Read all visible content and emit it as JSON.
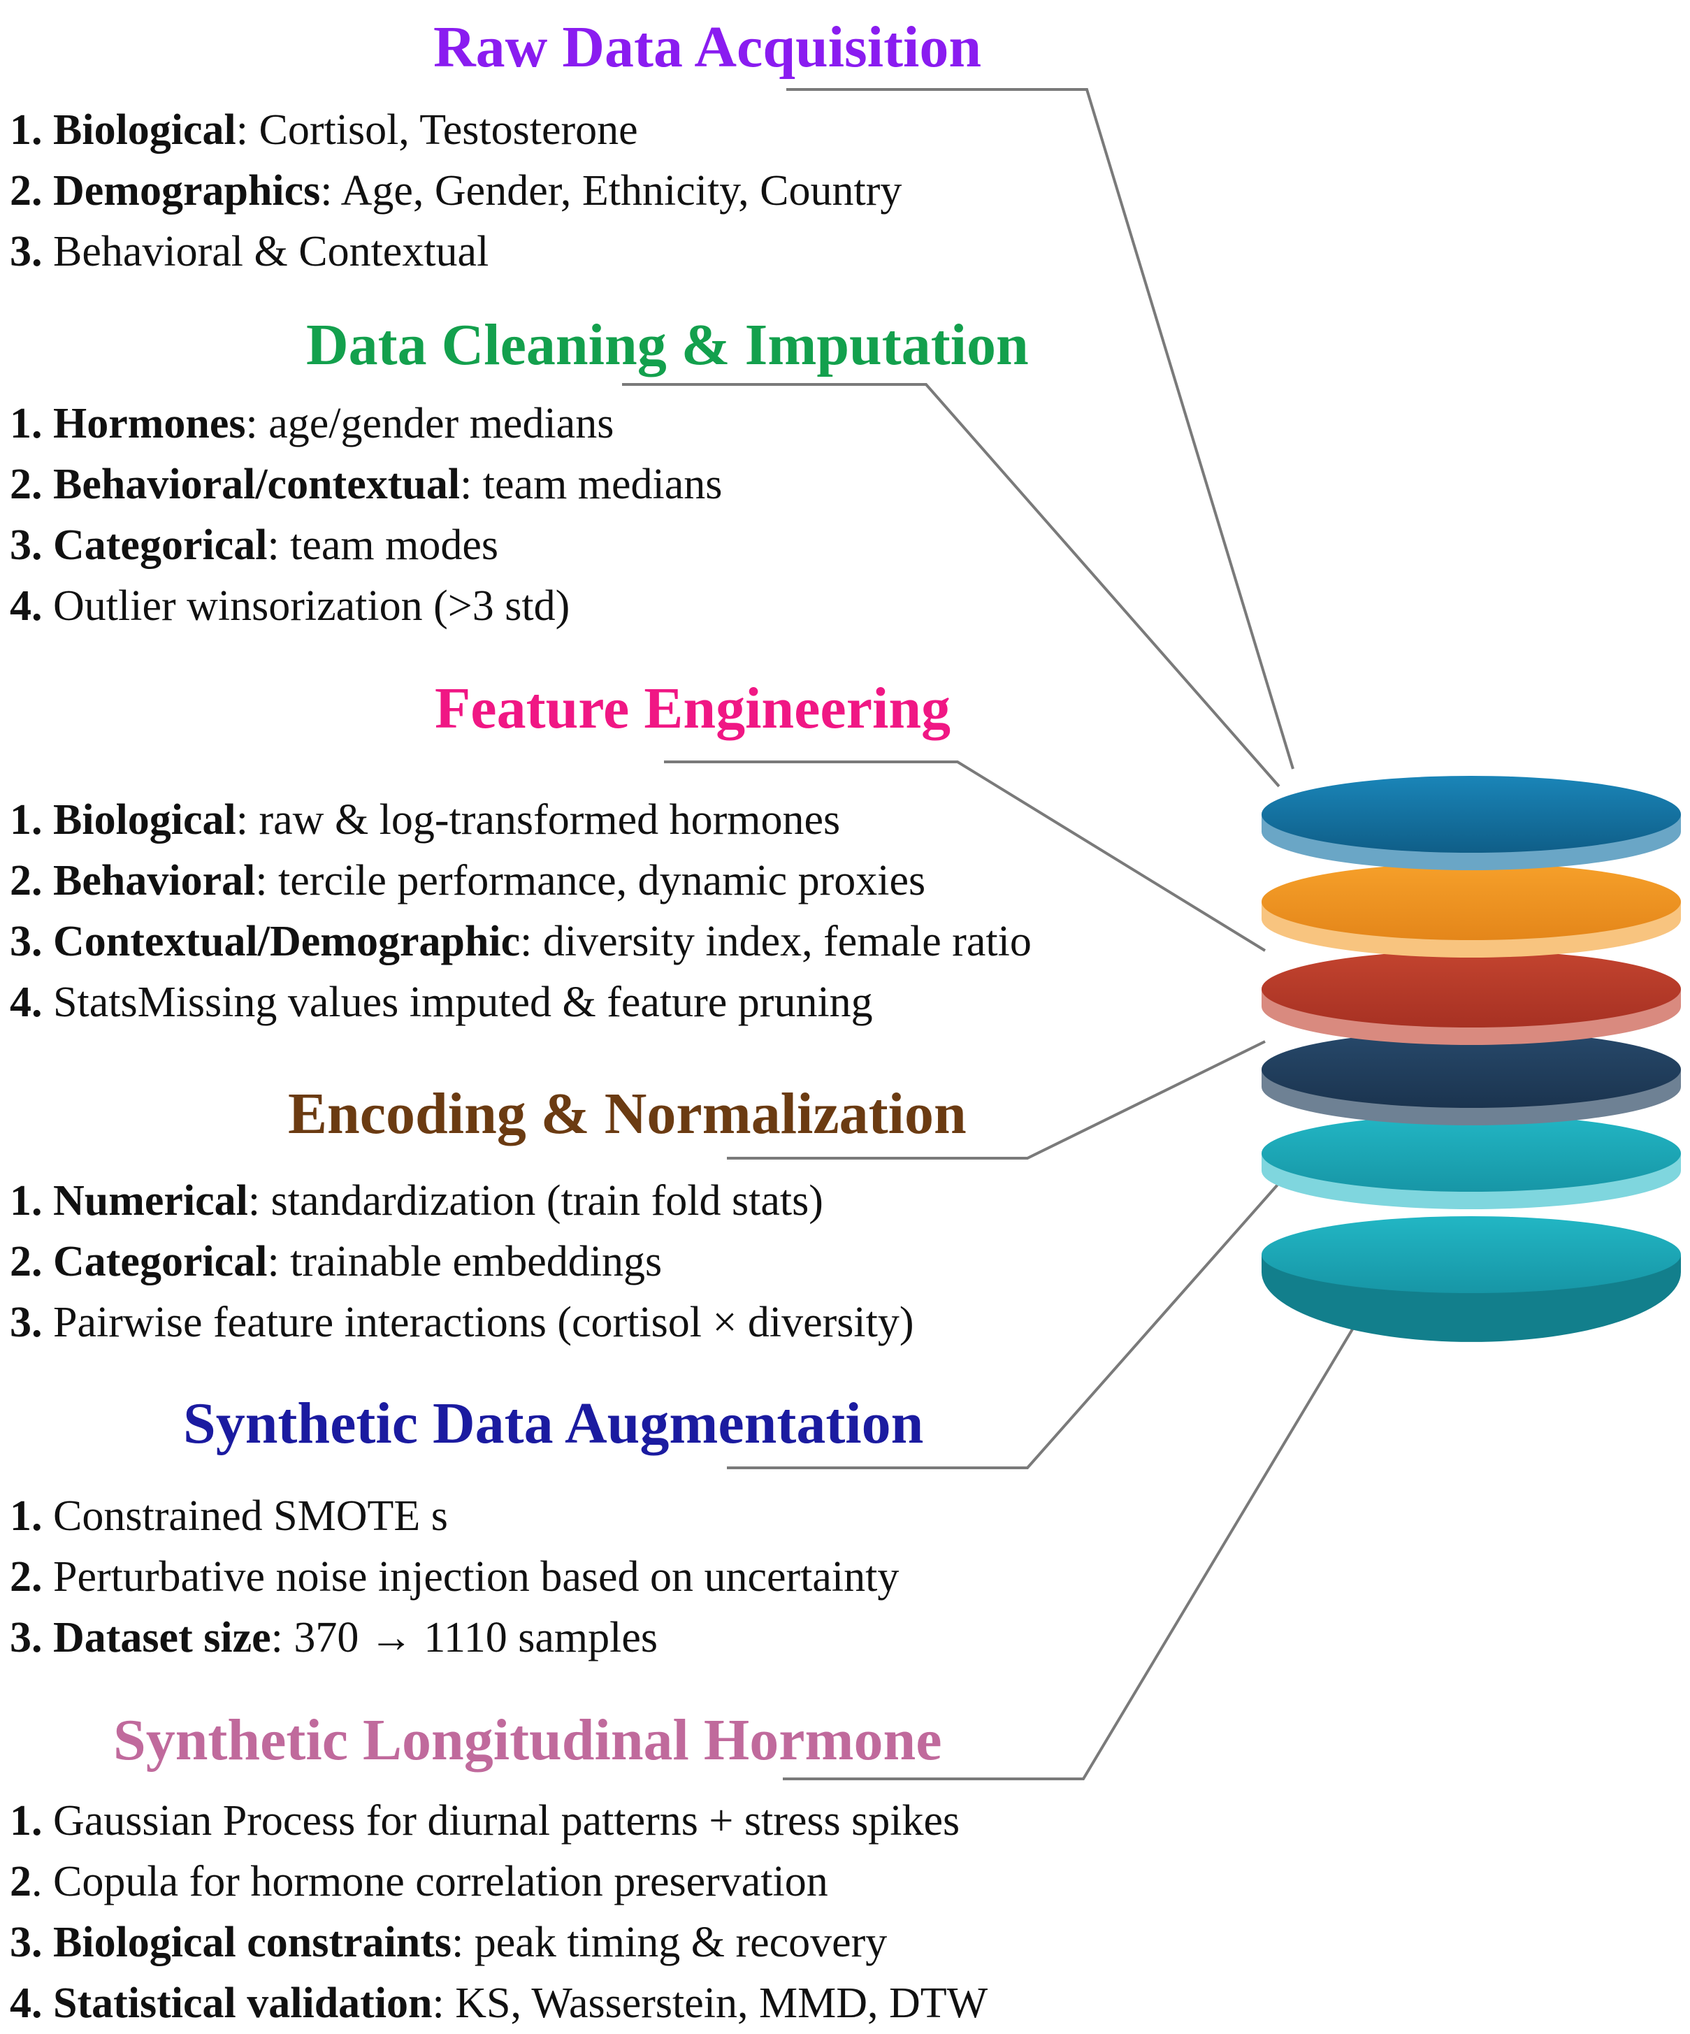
{
  "colors": {
    "raw": "#8a1cf0",
    "cleaning": "#13a04d",
    "feature": "#f01784",
    "encoding": "#6b3b12",
    "synthetic": "#1b1ba0",
    "longitudinal": "#c06a9c",
    "connector": "#7a7a7a",
    "layers": [
      "#136d9a",
      "#f0931f",
      "#b7392a",
      "#213e5c",
      "#1aa4b4",
      "#1aa4b4"
    ]
  },
  "sections": [
    {
      "id": "raw",
      "title": "Raw Data Acquisition",
      "items": [
        {
          "num": "1.",
          "key": "Biological",
          "text": ": Cortisol, Testosterone"
        },
        {
          "num": "2.",
          "key": "Demographics",
          "text": ": Age, Gender, Ethnicity, Country"
        },
        {
          "num": "3.",
          "key": "",
          "text": " Behavioral & Contextual"
        }
      ]
    },
    {
      "id": "cleaning",
      "title": "Data Cleaning & Imputation",
      "items": [
        {
          "num": "1.",
          "key": "Hormones",
          "text": ": age/gender medians"
        },
        {
          "num": "2.",
          "key": "Behavioral/contextual",
          "text": ": team medians"
        },
        {
          "num": "3.",
          "key": "Categorical",
          "text": ": team modes"
        },
        {
          "num": "4.",
          "key": "",
          "text": " Outlier winsorization (>3 std)"
        }
      ]
    },
    {
      "id": "feature",
      "title": "Feature Engineering",
      "items": [
        {
          "num": "1.",
          "key": "Biological",
          "text": ": raw & log-transformed hormones"
        },
        {
          "num": "2.",
          "key": "Behavioral",
          "text": ": tercile performance, dynamic proxies"
        },
        {
          "num": "3.",
          "key": "Contextual/Demographic",
          "text": ": diversity index, female ratio"
        },
        {
          "num": "4.",
          "key": "",
          "text": " StatsMissing values imputed & feature pruning"
        }
      ]
    },
    {
      "id": "encoding",
      "title": "Encoding & Normalization",
      "items": [
        {
          "num": "1.",
          "key": "Numerical",
          "text": ": standardization (train fold stats)"
        },
        {
          "num": "2.",
          "key": "Categorical",
          "text": ": trainable embeddings"
        },
        {
          "num": "3.",
          "key": "",
          "text": " Pairwise feature interactions (cortisol × diversity)"
        }
      ]
    },
    {
      "id": "synthetic",
      "title": "Synthetic Data Augmentation",
      "items": [
        {
          "num": "1.",
          "key": "",
          "text": " Constrained SMOTE s"
        },
        {
          "num": "2.",
          "key": "",
          "text": " Perturbative noise injection based on uncertainty"
        },
        {
          "num": "3.",
          "key": "Dataset size",
          "text": ": 370 → 1110 samples"
        }
      ]
    },
    {
      "id": "longitudinal",
      "title": "Synthetic Longitudinal Hormone",
      "items": [
        {
          "num": "1.",
          "key": "",
          "text": " Gaussian Process for diurnal patterns + stress spikes"
        },
        {
          "num": "2",
          "key": "",
          "text": ". Copula for hormone correlation preservation"
        },
        {
          "num": "3.",
          "key": "Biological constraints",
          "text": ": peak timing & recovery"
        },
        {
          "num": "4.",
          "key": "Statistical validation",
          "text": ": KS, Wasserstein, MMD, DTW"
        }
      ]
    }
  ]
}
